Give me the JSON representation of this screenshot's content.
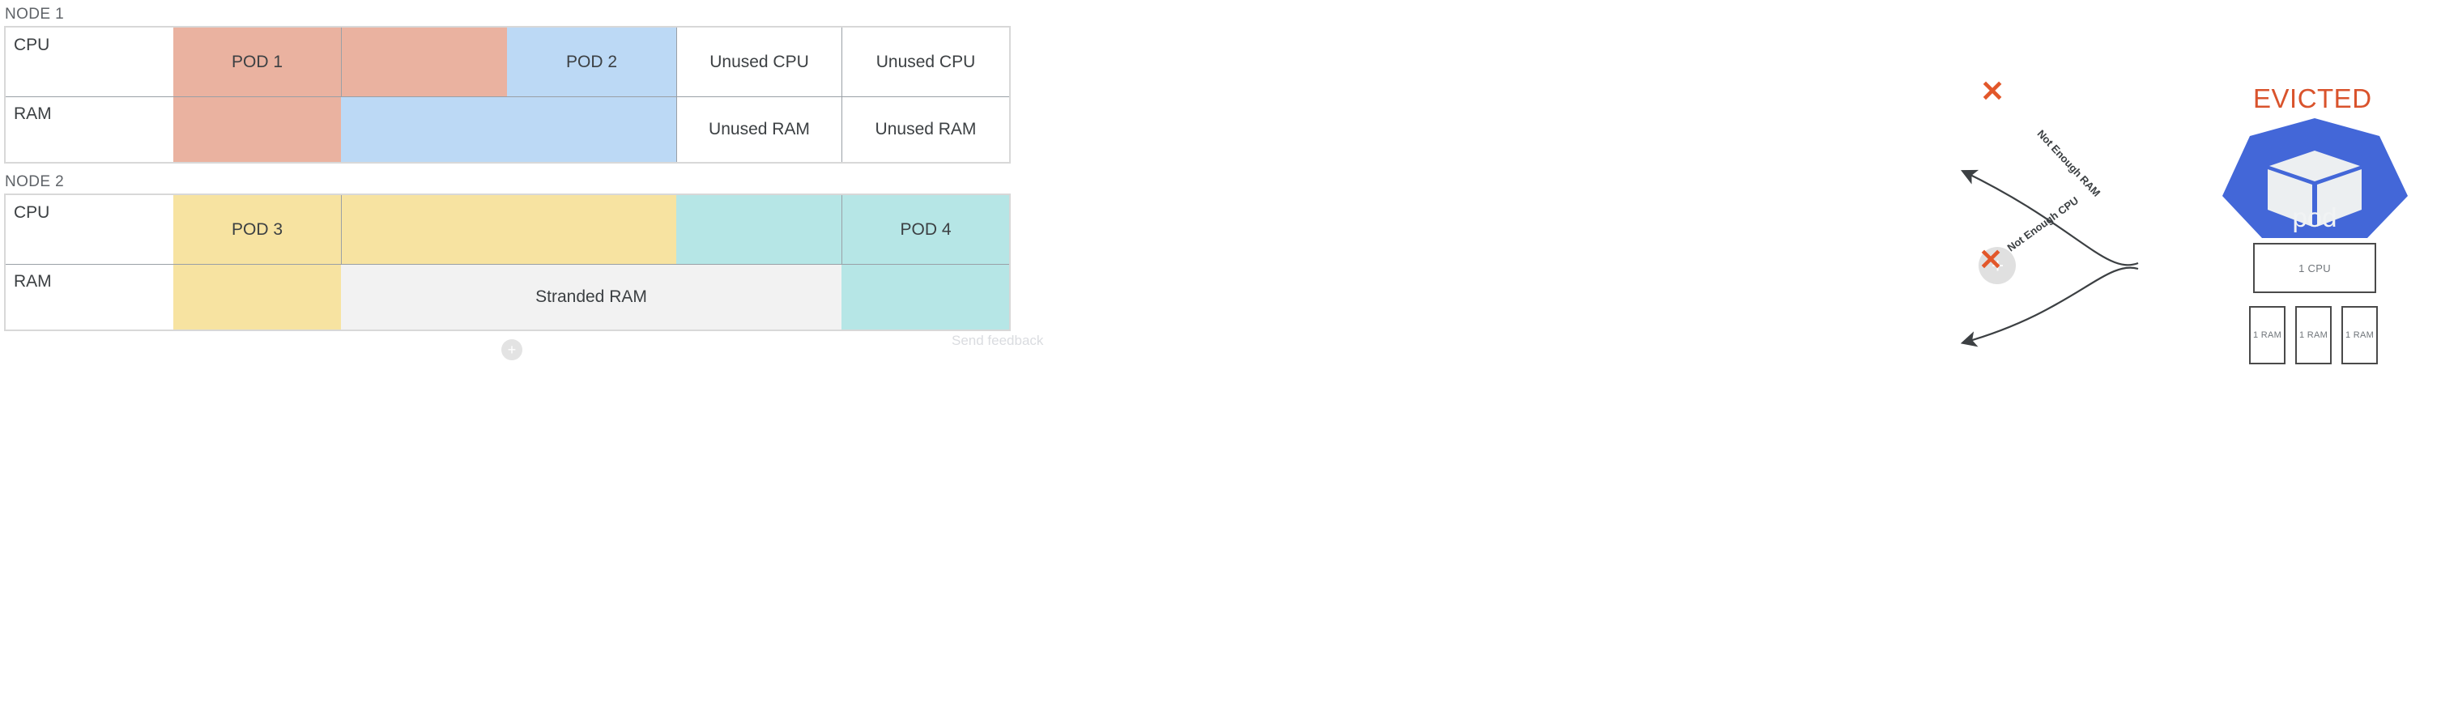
{
  "nodes": [
    {
      "label": "NODE 1",
      "rows": [
        {
          "name": "CPU",
          "cells": [
            {
              "label": "POD 1",
              "color": "#eab2a0"
            },
            {
              "label": "",
              "color": "#eab2a0"
            },
            {
              "label": "POD 2",
              "color": "#bcd9f5"
            },
            {
              "label": "Unused CPU",
              "color": "#ffffff"
            },
            {
              "label": "Unused CPU",
              "color": "#ffffff"
            }
          ]
        },
        {
          "name": "RAM",
          "cells": [
            {
              "label": "",
              "color": "#eab2a0"
            },
            {
              "label": "",
              "color": "#bcd9f5"
            },
            {
              "label": "",
              "color": "#bcd9f5"
            },
            {
              "label": "Unused RAM",
              "color": "#ffffff"
            },
            {
              "label": "Unused RAM",
              "color": "#ffffff"
            }
          ]
        }
      ]
    },
    {
      "label": "NODE 2",
      "rows": [
        {
          "name": "CPU",
          "cells": [
            {
              "label": "POD 3",
              "color": "#f7e3a1"
            },
            {
              "label": "",
              "color": "#f7e3a1"
            },
            {
              "label": "",
              "color": "#b6e6e6"
            },
            {
              "label": "POD 4",
              "color": "#b6e6e6"
            }
          ]
        },
        {
          "name": "RAM",
          "cells": [
            {
              "label": "",
              "color": "#f7e3a1"
            },
            {
              "label": "Stranded RAM",
              "color": "#f2f2f2"
            },
            {
              "label": "",
              "color": "#b6e6e6"
            }
          ]
        }
      ]
    }
  ],
  "annotations": {
    "not_enough_ram": "Not Enough RAM",
    "not_enough_cpu": "Not Enough CPU",
    "x_glyph": "✕"
  },
  "right_panel": {
    "evicted_label": "EVICTED",
    "pod_label": "pod",
    "cpu_box": "1 CPU",
    "ram_boxes": [
      "1 RAM",
      "1 RAM",
      "1 RAM"
    ]
  },
  "footer": {
    "add_label": "+",
    "send_feedback": "Send feedback"
  },
  "colors": {
    "pod_blue": "#4367d8",
    "evicted_orange": "#d9532c",
    "x_orange": "#e2572a",
    "pod1": "#eab2a0",
    "pod2": "#bcd9f5",
    "pod3": "#f7e3a1",
    "pod4": "#b6e6e6",
    "stranded": "#f2f2f2",
    "grid_border": "#9aa0a6"
  }
}
